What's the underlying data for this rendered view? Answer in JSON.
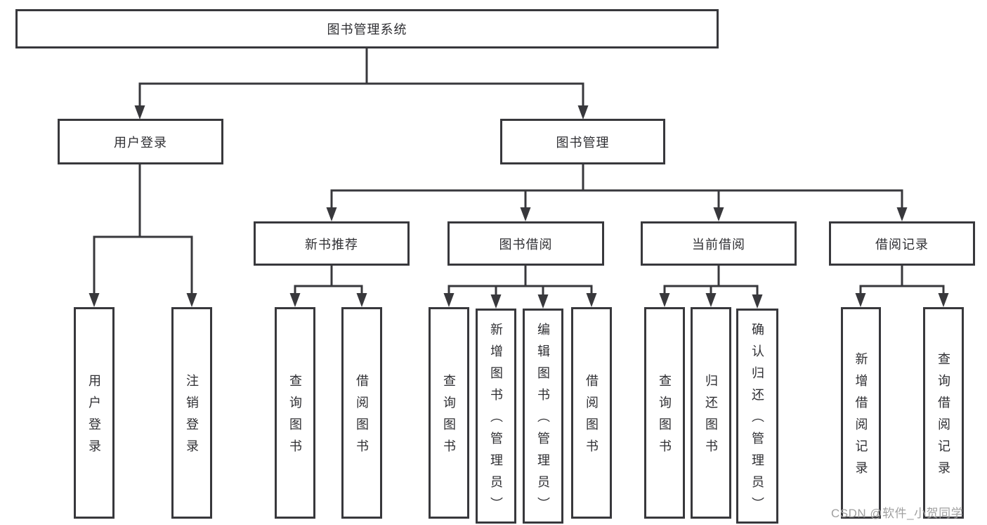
{
  "diagram_type": "hierarchy-tree",
  "tree": {
    "label": "图书管理系统",
    "children": [
      {
        "label": "用户登录",
        "children": [
          {
            "label": "用户登录"
          },
          {
            "label": "注销登录"
          }
        ]
      },
      {
        "label": "图书管理",
        "children": [
          {
            "label": "新书推荐",
            "children": [
              {
                "label": "查询图书"
              },
              {
                "label": "借阅图书"
              }
            ]
          },
          {
            "label": "图书借阅",
            "children": [
              {
                "label": "查询图书"
              },
              {
                "label": "新增图书（管理员）"
              },
              {
                "label": "编辑图书（管理员）"
              },
              {
                "label": "借阅图书"
              }
            ]
          },
          {
            "label": "当前借阅",
            "children": [
              {
                "label": "查询图书"
              },
              {
                "label": "归还图书"
              },
              {
                "label": "确认归还（管理员）"
              }
            ]
          },
          {
            "label": "借阅记录",
            "children": [
              {
                "label": "新增借阅记录"
              },
              {
                "label": "查询借阅记录"
              }
            ]
          }
        ]
      }
    ]
  },
  "watermark": {
    "text": "CSDN @软件_小贺同学"
  },
  "colors": {
    "line": "#38383c",
    "box_border": "#38383c",
    "text": "#2f2f33",
    "watermark": "#a0a0a0",
    "background": "#ffffff"
  }
}
